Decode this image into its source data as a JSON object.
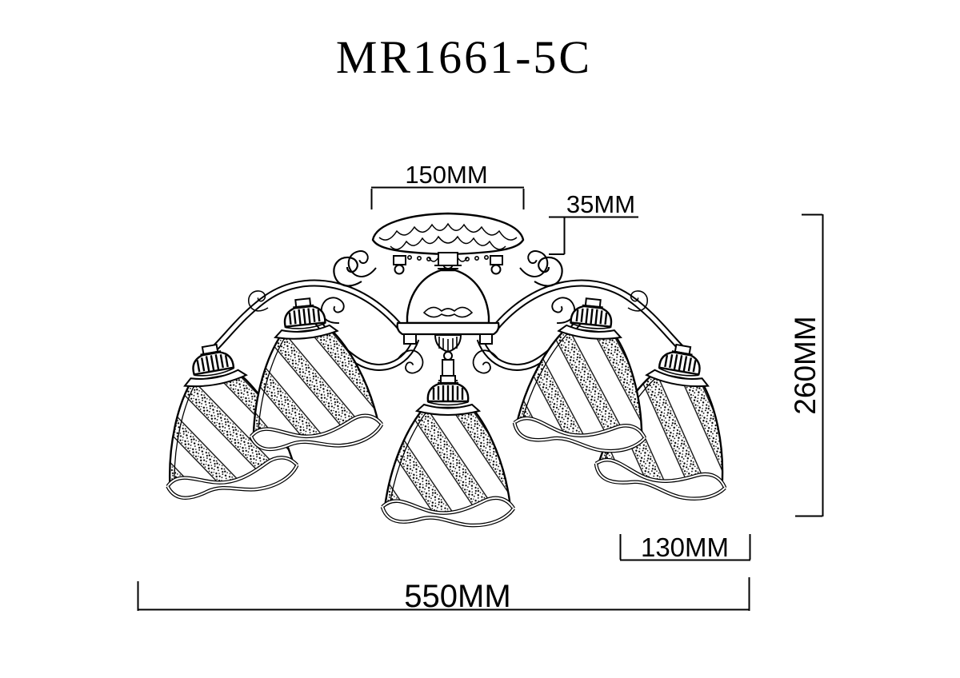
{
  "drawing": {
    "title": "MR1661-5C",
    "dimensions": {
      "canopy_width": "150MM",
      "canopy_height": "35MM",
      "overall_height": "260MM",
      "shade_diameter": "130MM",
      "overall_width": "550MM"
    },
    "colors": {
      "line": "#000000",
      "background": "#ffffff"
    }
  }
}
